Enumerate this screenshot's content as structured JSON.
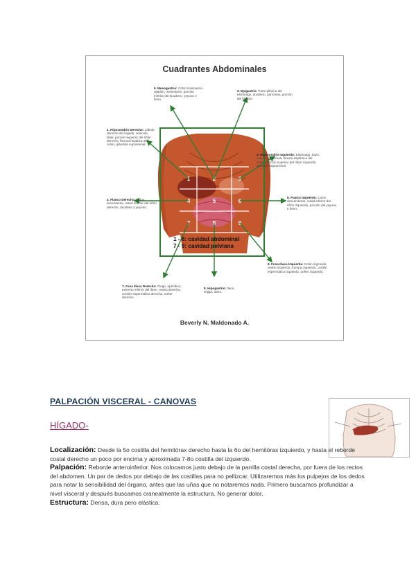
{
  "figure": {
    "title": "Cuadrantes Abdominales",
    "author": "Beverly N. Maldonado A.",
    "legend_line1": "1 - 6: cavidad abdominal",
    "legend_line2": "7 - 9: cavidad pelviana",
    "quadrant_numbers": [
      "1",
      "2",
      "3",
      "4",
      "5",
      "6",
      "7",
      "8",
      "9"
    ],
    "annotations": {
      "a1": {
        "title": "1. Hipocondrio Derecho:",
        "text": "Lóbulo derecho del hígado, vesícula biliar, porción superior del riñón derecho, flexura hepática del colon, glándula suprarrenal."
      },
      "a2": {
        "title": "2. Epigastrio:",
        "text": "Parte pilórica del estómago, duodeno, páncreas, porción del hígado."
      },
      "a3": {
        "title": "3. Hipocondrio Izquierdo:",
        "text": "Estómago, bazo, cola del páncreas, flexura esplénica del colon, porción superior del riñón izquierdo, glándula suprarrenal."
      },
      "a4": {
        "title": "4. Flanco Derecho:",
        "text": "Colon ascendente, mitad inferior del riñón derecho, duodeno y yeyuno."
      },
      "a5": {
        "title": "5. Mesogastrio:",
        "text": "Colon transverso, epiplón, mesenterio, porción inferior del duodeno, yeyuno e íleon."
      },
      "a6": {
        "title": "6. Flanco Izquierdo:",
        "text": "Colon descendente, mitad inferior del riñón izquierdo, porción del yeyuno e íleon."
      },
      "a7": {
        "title": "7. Fosa Iliaca Derecha:",
        "text": "Ciego, apéndice, extremo inferior del íleon, ovario derecho, cordón espermático derecho, uréter derecho."
      },
      "a8": {
        "title": "8. Hipogastrio:",
        "text": "Íleon, vejiga, útero."
      },
      "a9": {
        "title": "9. Fosa Iliaca Izquierda:",
        "text": "Colon sigmoide, ovario izquierdo, trompa izquierda, cordón espermático izquierdo, uréter izquierdo."
      }
    }
  },
  "section": {
    "title": "PALPACIÓN VISCERAL - CANOVAS",
    "subtitle": "HÍGADO-",
    "localizacion_label": "Localización:",
    "localizacion_text": "Desde la 5o costilla del hemitórax derecho hasta la 6o del hemitórax izquierdo, y hasta el reborde costal derecho un poco por encima y aproximada 7-8o costilla del izquierdo.",
    "palpacion_label": "Palpación:",
    "palpacion_text": "Reborde anteroinferior. Nos colocamos justo debajo de la parrilla costal derecha, por fuera de los rectos del abdomen. Un par de dedos por debajo de las costillas para no pellizcar. Utilizaremos más los pulpejos de los dedos para notar la sensibilidad del órgano, antes que las uñas que no notaremos nada. Primero buscamos profundizar a nivel visceral y después buscamos cranealmente la estructura. No generar dolor.",
    "estructura_label": "Estructura:",
    "estructura_text": "Densa, dura pero elástica."
  },
  "colors": {
    "green": "#2e7d32",
    "skin": "#c4572d",
    "section_title": "#1f3a5a",
    "subtitle": "#9b3160"
  }
}
